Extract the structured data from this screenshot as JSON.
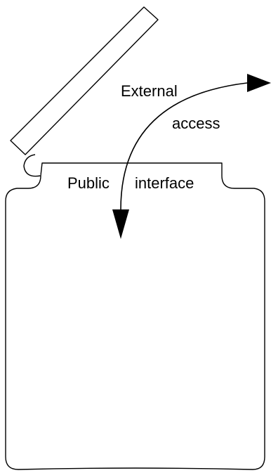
{
  "labels": {
    "external": "External",
    "access": "access",
    "public": "Public",
    "interface": "interface"
  },
  "colors": {
    "stroke": "#000000",
    "background": "#ffffff"
  }
}
